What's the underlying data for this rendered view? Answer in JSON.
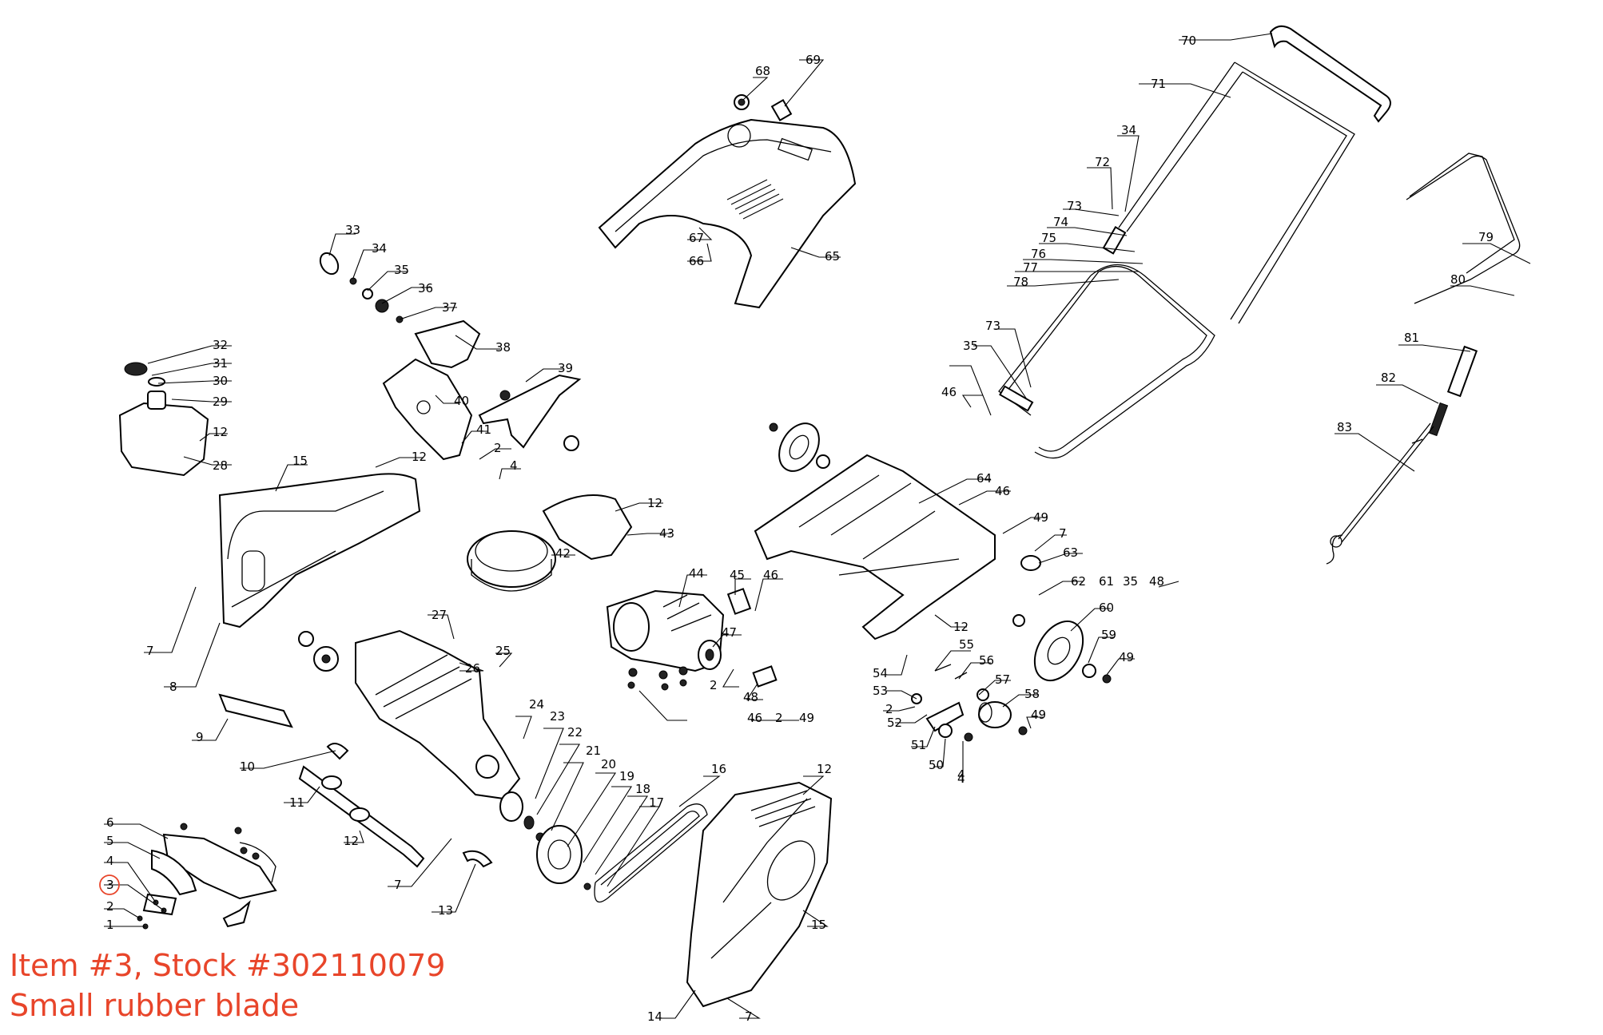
{
  "caption": {
    "line1": "Item #3, Stock #302110079",
    "line2": "Small rubber blade"
  },
  "highlight": {
    "item": "3",
    "color": "#e8452a"
  },
  "callouts": [
    "70",
    "71",
    "68",
    "69",
    "34",
    "72",
    "73",
    "74",
    "75",
    "76",
    "77",
    "78",
    "79",
    "80",
    "81",
    "82",
    "83",
    "65",
    "67",
    "66",
    "33",
    "34",
    "35",
    "36",
    "37",
    "38",
    "39",
    "40",
    "41",
    "2",
    "4",
    "32",
    "31",
    "30",
    "29",
    "12",
    "28",
    "15",
    "12",
    "7",
    "8",
    "42",
    "12",
    "43",
    "44",
    "45",
    "46",
    "47",
    "2",
    "48",
    "46",
    "2",
    "49",
    "64",
    "46",
    "49",
    "7",
    "63",
    "62",
    "61",
    "35",
    "48",
    "60",
    "59",
    "49",
    "12",
    "54",
    "55",
    "56",
    "53",
    "57",
    "2",
    "52",
    "58",
    "51",
    "50",
    "4",
    "49",
    "4",
    "73",
    "35",
    "46",
    "27",
    "26",
    "25",
    "24",
    "23",
    "22",
    "21",
    "20",
    "19",
    "18",
    "17",
    "16",
    "12",
    "15",
    "14",
    "7",
    "9",
    "10",
    "11",
    "12",
    "7",
    "13",
    "6",
    "5",
    "4",
    "3",
    "2",
    "1"
  ]
}
